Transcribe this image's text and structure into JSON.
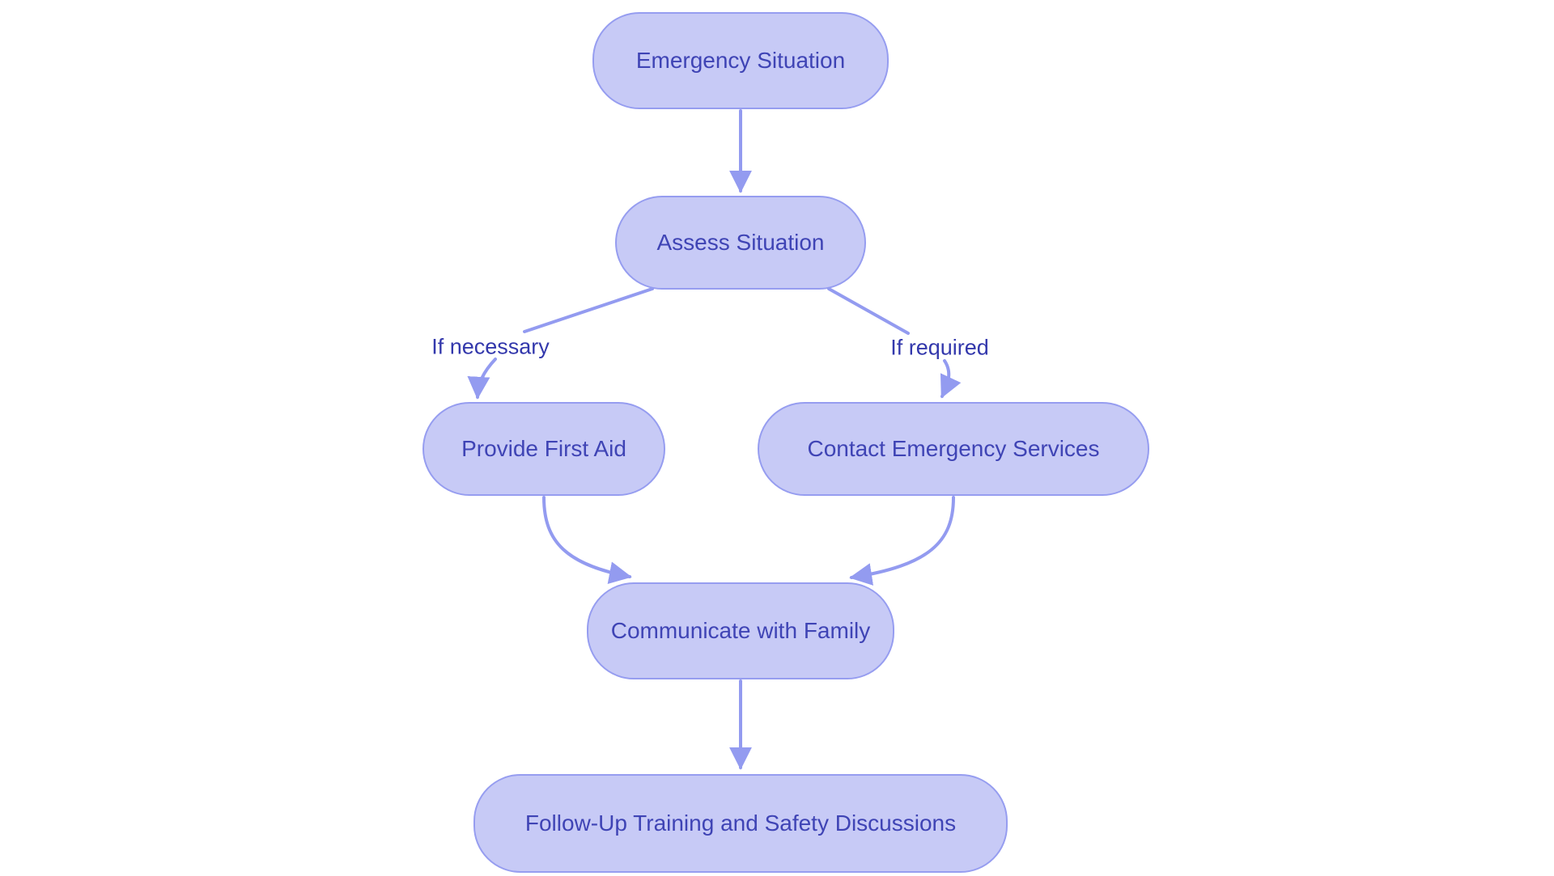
{
  "diagram": {
    "type": "flowchart",
    "direction": "top-down",
    "colors": {
      "background": "#ffffff",
      "node_fill": "#c7caf6",
      "node_border": "#969df0",
      "node_text": "#3f44b5",
      "edge_stroke": "#939bf0",
      "edge_label": "#3338ac"
    },
    "nodes": [
      {
        "id": "emergency_situation",
        "label": "Emergency Situation",
        "shape": "pill"
      },
      {
        "id": "assess_situation",
        "label": "Assess Situation",
        "shape": "pill"
      },
      {
        "id": "provide_first_aid",
        "label": "Provide First Aid",
        "shape": "pill"
      },
      {
        "id": "contact_emergency_services",
        "label": "Contact Emergency Services",
        "shape": "pill"
      },
      {
        "id": "communicate_with_family",
        "label": "Communicate with Family",
        "shape": "pill"
      },
      {
        "id": "followup_training",
        "label": "Follow-Up Training and Safety Discussions",
        "shape": "pill"
      }
    ],
    "edges": [
      {
        "from": "emergency_situation",
        "to": "assess_situation",
        "label": ""
      },
      {
        "from": "assess_situation",
        "to": "provide_first_aid",
        "label": "If necessary"
      },
      {
        "from": "assess_situation",
        "to": "contact_emergency_services",
        "label": "If required"
      },
      {
        "from": "provide_first_aid",
        "to": "communicate_with_family",
        "label": ""
      },
      {
        "from": "contact_emergency_services",
        "to": "communicate_with_family",
        "label": ""
      },
      {
        "from": "communicate_with_family",
        "to": "followup_training",
        "label": ""
      }
    ]
  }
}
